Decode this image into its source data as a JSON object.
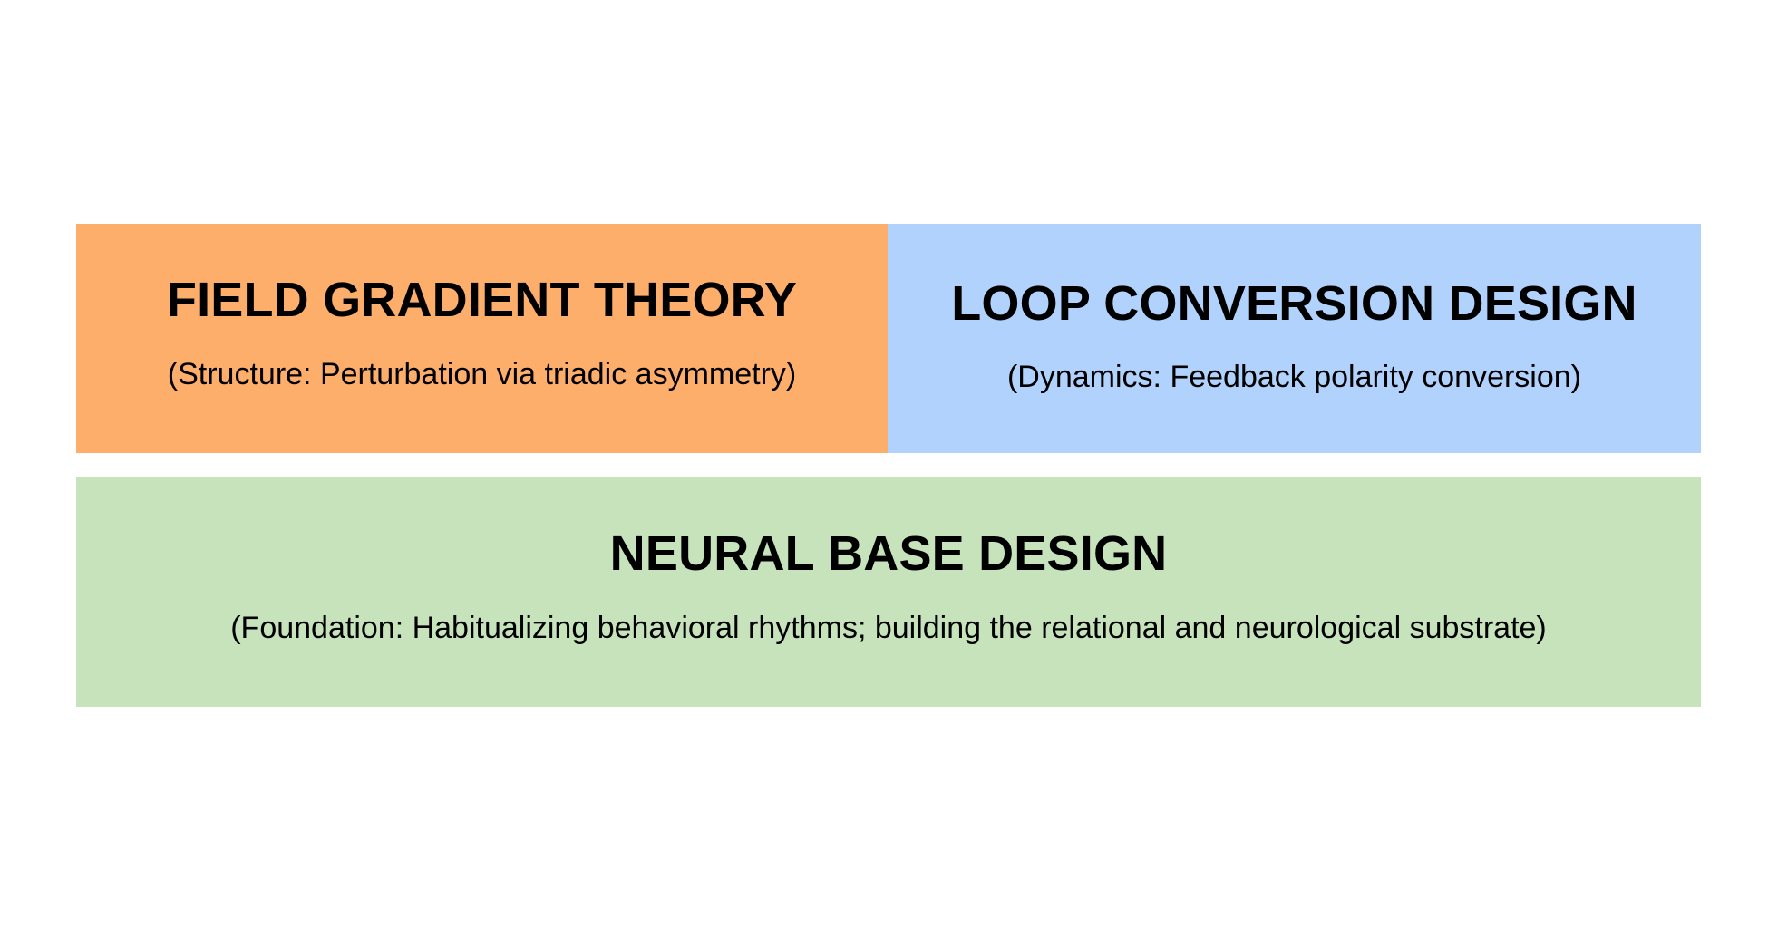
{
  "colors": {
    "field_gradient": "#FDAE6B",
    "loop_conversion": "#B0D2FC",
    "neural_base": "#C6E3BC",
    "text": "#000000",
    "background": "#FFFFFF"
  },
  "blocks": {
    "field_gradient": {
      "title": "FIELD GRADIENT THEORY",
      "subtitle": "(Structure: Perturbation via triadic asymmetry)"
    },
    "loop_conversion": {
      "title": "LOOP CONVERSION DESIGN",
      "subtitle": "(Dynamics: Feedback polarity conversion)"
    },
    "neural_base": {
      "title": "NEURAL BASE DESIGN",
      "subtitle": "(Foundation: Habitualizing behavioral rhythms; building the relational and neurological substrate)"
    }
  }
}
